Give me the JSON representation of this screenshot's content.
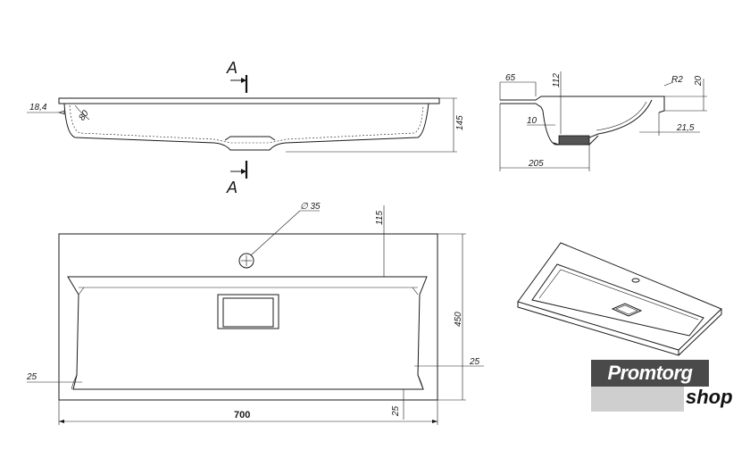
{
  "section_marks": {
    "top": "A",
    "bottom": "A"
  },
  "front_view": {
    "dim_left": "18,4",
    "dim_radius": "80",
    "dim_height": "145"
  },
  "side_view": {
    "dim_65": "65",
    "dim_112": "112",
    "dim_r2": "R2",
    "dim_20": "20",
    "dim_10": "10",
    "dim_21_5": "21,5",
    "dim_205": "205"
  },
  "plan_view": {
    "dim_hole": "∅ 35",
    "dim_115": "115",
    "dim_450": "450",
    "dim_25_left": "25",
    "dim_25_right": "25",
    "dim_25_bottom": "25",
    "dim_700": "700"
  },
  "logo": {
    "brand": "Promtorg",
    "suffix": "shop"
  }
}
